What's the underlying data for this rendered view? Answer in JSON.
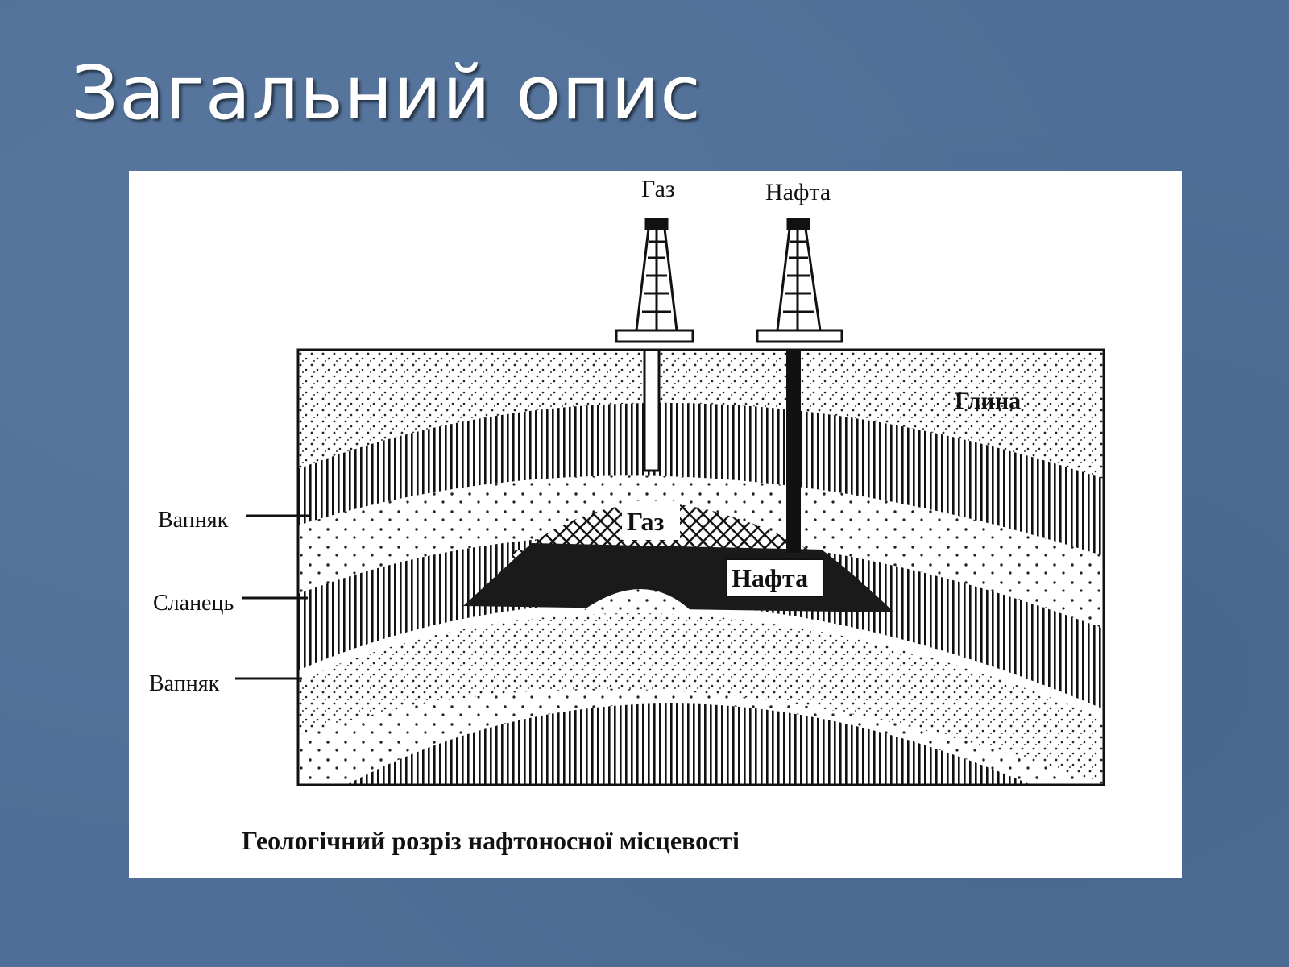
{
  "slide": {
    "title": "Загальний опис"
  },
  "diagram": {
    "rig_labels": {
      "gas": "Газ",
      "oil": "Нафта"
    },
    "layer_labels": {
      "clay": "Глина",
      "limestone_top": "Вапняк",
      "shale": "Сланець",
      "limestone_bottom": "Вапняк"
    },
    "reservoir_labels": {
      "gas": "Газ",
      "oil": "Нафта"
    },
    "caption": "Геологічний розріз нафтоносної місцевості"
  }
}
